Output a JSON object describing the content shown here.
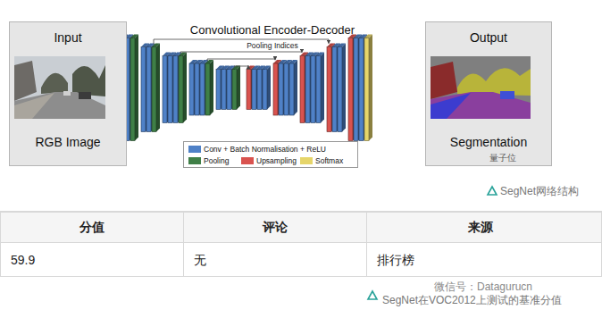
{
  "diagram": {
    "nodes": [
      {
        "text": [
          "Input",
          "RGB Image"
        ]
      },
      {
        "text": [
          "Output",
          "Segmentation"
        ]
      }
    ],
    "labels": [
      "Convolutional Encoder-Decoder",
      "Pooling Indices",
      "量子位",
      "SegNet网络结构",
      "分值",
      "评论",
      "来源",
      "59.9",
      "无",
      "排行榜",
      "SegNet在VOC2012上测试的基准分值",
      "微信号：Datagurucn"
    ],
    "legend": [
      {
        "text": "Conv + Batch Normalisation + ReLU",
        "color": "#4f81c7"
      },
      {
        "text": "Pooling",
        "color": "#3f7f47"
      },
      {
        "text": "Upsampling",
        "color": "#d9534f"
      },
      {
        "text": "Softmax",
        "color": "#e6d56a"
      }
    ]
  }
}
